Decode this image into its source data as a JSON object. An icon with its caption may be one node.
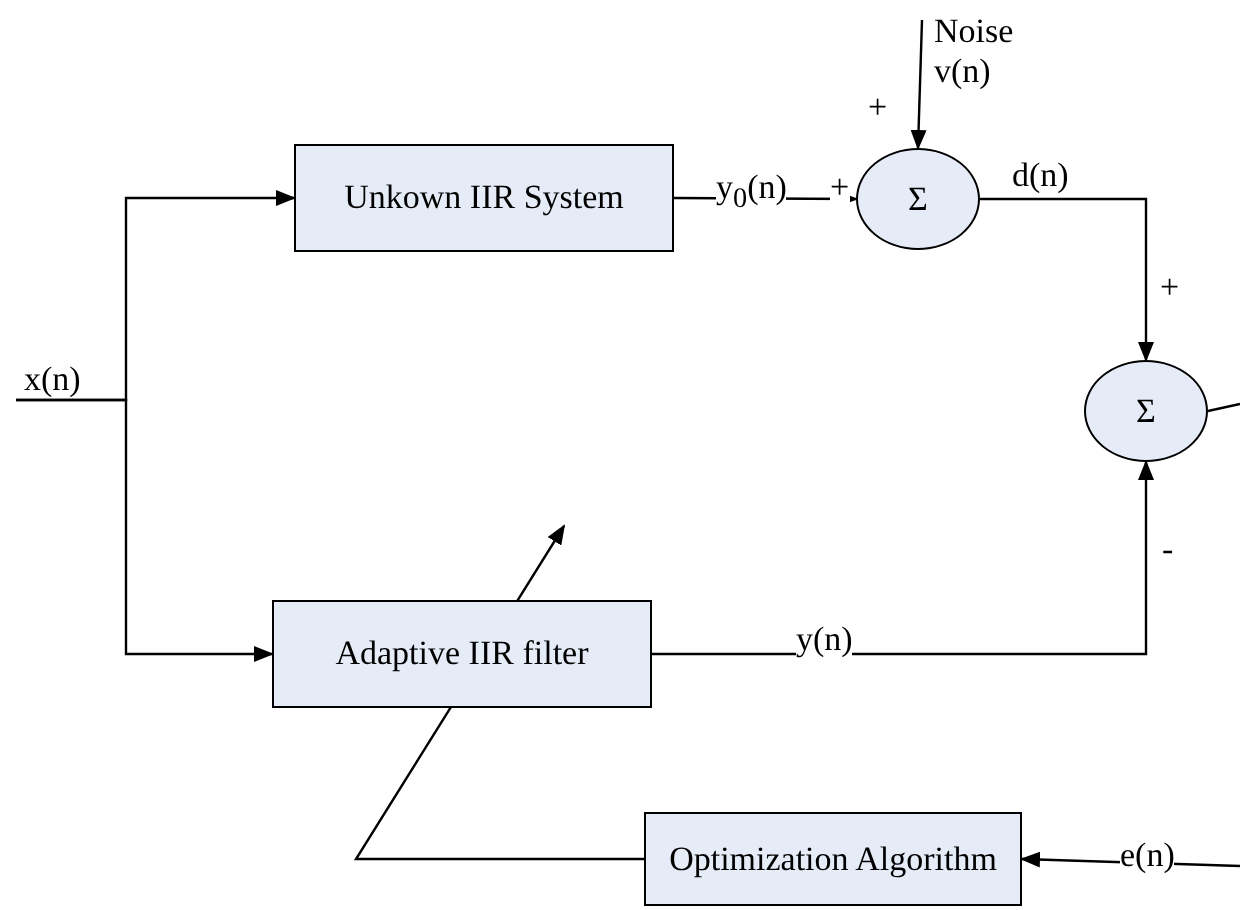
{
  "diagram": {
    "nodes": [
      {
        "text": [
          "Unkown IIR System"
        ]
      },
      {
        "text": [
          "Σ"
        ]
      },
      {
        "text": [
          "Σ"
        ]
      },
      {
        "text": [
          "x(n)"
        ]
      },
      {
        "text": [
          "Adaptive IIR filter"
        ]
      },
      {
        "text": [
          "Optimization Algorithm"
        ]
      }
    ],
    "edges": [
      {
        "from": 3,
        "to": 0,
        "arrow": "to"
      },
      {
        "from": 3,
        "to": 4,
        "arrow": "to"
      },
      {
        "from": 0,
        "to": 1,
        "arrow": "to",
        "label": "y$_{0}$(n)"
      },
      {
        "from": null,
        "to": 1,
        "arrow": "to",
        "label": "Noise v(n)"
      },
      {
        "from": 1,
        "to": 2,
        "arrow": "to",
        "label": "d(n)"
      },
      {
        "from": 4,
        "to": 2,
        "arrow": "to",
        "label": "y(n)"
      },
      {
        "from": 2,
        "to": null,
        "arrow": "none"
      },
      {
        "from": null,
        "to": 5,
        "arrow": "to",
        "label": "e(n)"
      },
      {
        "from": 5,
        "to": null,
        "arrow": "to"
      }
    ],
    "labels": [
      "+",
      "+",
      "+",
      "-"
    ]
  }
}
